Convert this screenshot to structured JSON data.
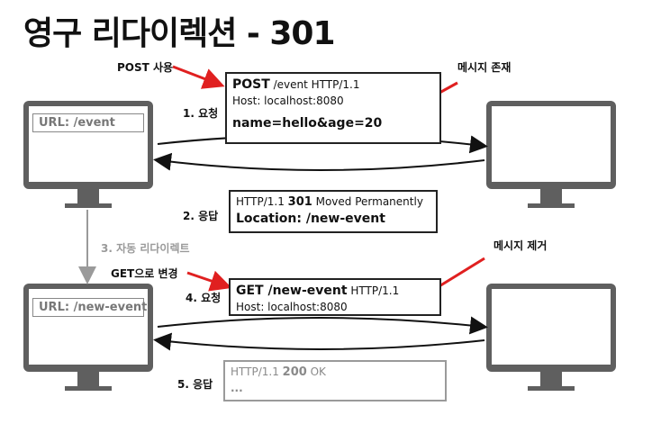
{
  "title": "영구 리다이렉션 - 301",
  "client1": {
    "url": "URL: /event"
  },
  "client2": {
    "url": "URL: /new-event"
  },
  "step1": {
    "label": "1. 요청",
    "method": "POST",
    "line": " /event HTTP/1.1",
    "host": "Host: localhost:8080",
    "body": "name=hello&age=20"
  },
  "step2": {
    "label": "2. 응답",
    "pre": "HTTP/1.1 ",
    "code": "301",
    "post": " Moved Permanently",
    "location": "Location: /new-event"
  },
  "step3": {
    "label": "3. 자동 리다이렉트"
  },
  "step4": {
    "label": "4. 요청",
    "method": "GET /new-event",
    "line": " HTTP/1.1",
    "host": "Host: localhost:8080"
  },
  "step5": {
    "label": "5. 응답",
    "pre": "HTTP/1.1 ",
    "code": "200",
    "post": " OK",
    "body": "..."
  },
  "annotations": {
    "post_use": "POST 사용",
    "message_exists": "메시지 존재",
    "get_change": "GET으로 변경",
    "message_removed": "메시지 제거"
  },
  "colors": {
    "arrow_red": "#e02020",
    "monitor_grey": "#5f5f5f",
    "muted": "#9a9a9a"
  }
}
